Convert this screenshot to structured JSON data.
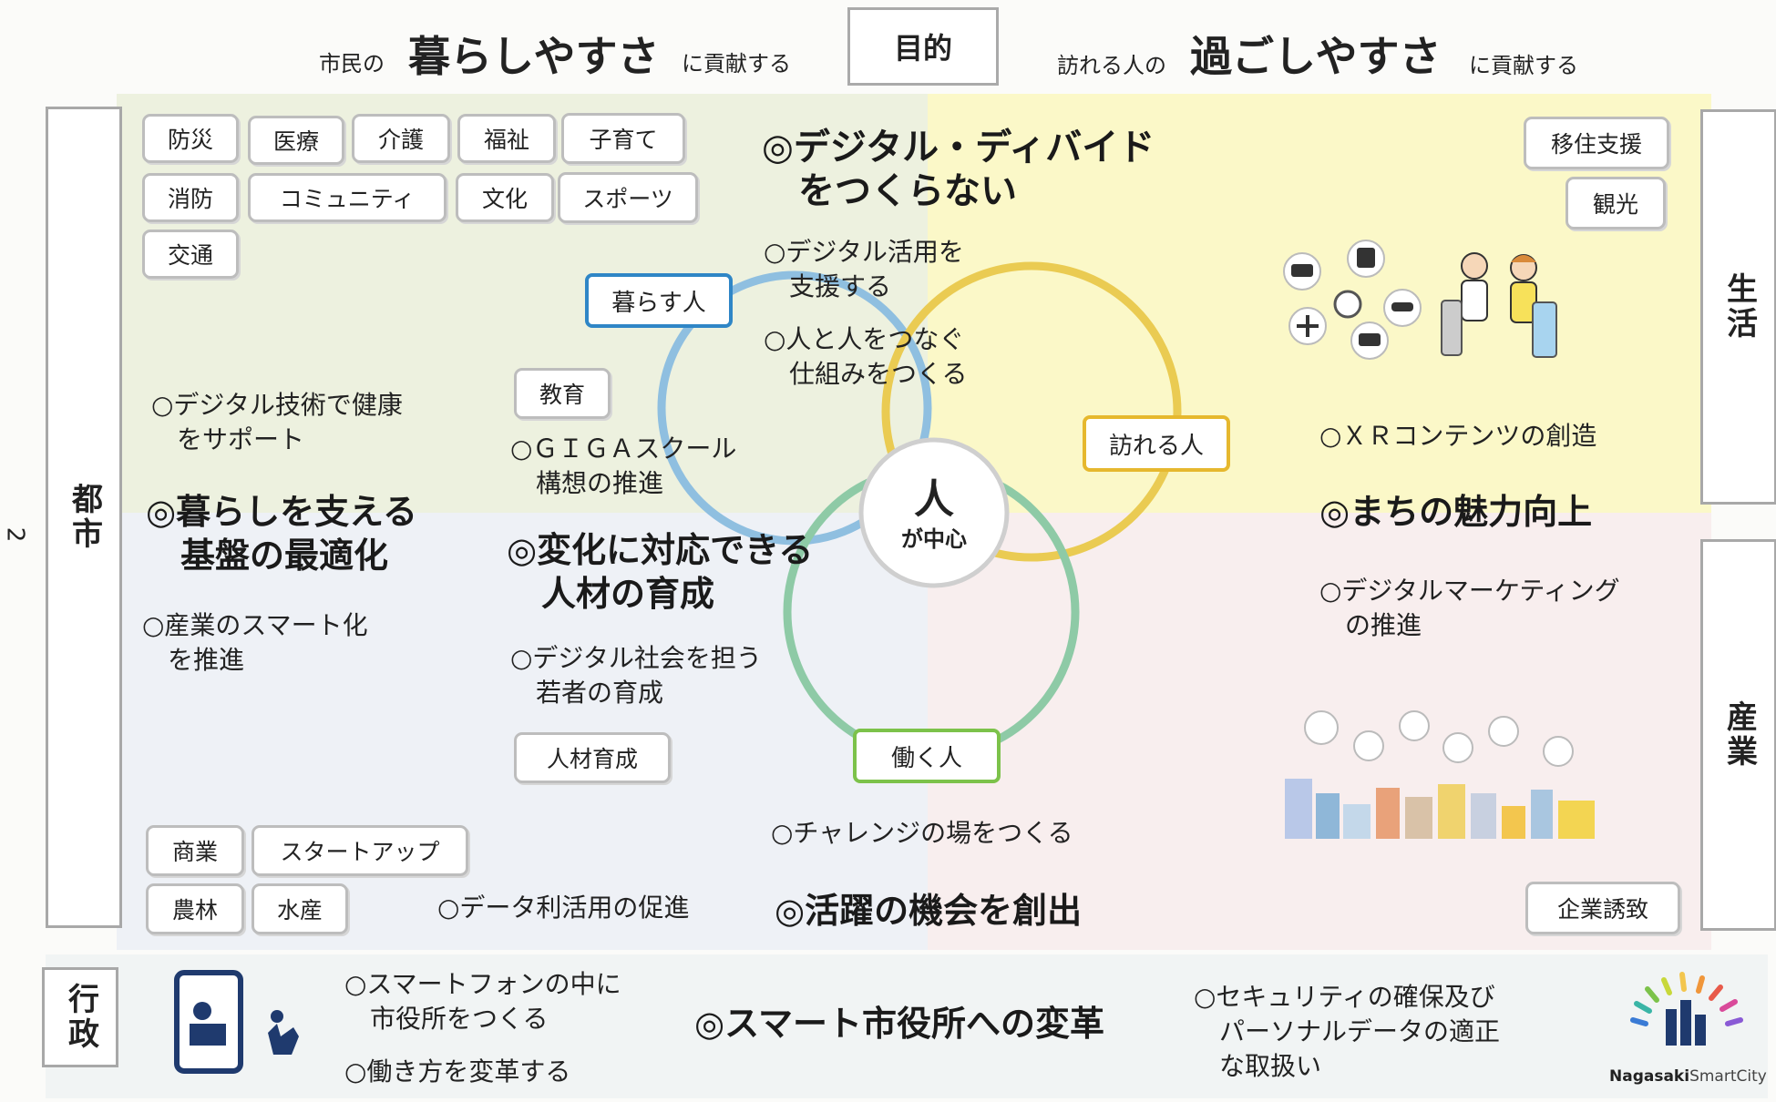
{
  "header": {
    "left_prefix": "市民の",
    "left_main": "暮らしやすさ",
    "left_suffix": "に貢献する",
    "center": "目的",
    "right_prefix": "訪れる人の",
    "right_main": "過ごしやすさ",
    "right_suffix": "に貢献する"
  },
  "sides": {
    "left": "都市",
    "right_top": "生活",
    "right_bottom": "産業",
    "bottom": "行政"
  },
  "page_number": "2",
  "tags": {
    "bosai": "防災",
    "iryo": "医療",
    "kaigo": "介護",
    "fukushi": "福祉",
    "kosodate": "子育て",
    "shobo": "消防",
    "community": "コミュニティ",
    "bunka": "文化",
    "sports": "スポーツ",
    "kotsu": "交通",
    "kyoiku": "教育",
    "jinzai": "人材育成",
    "shogyo": "商業",
    "startup": "スタートアップ",
    "norin": "農林",
    "suisan": "水産",
    "iju": "移住支援",
    "kanko": "観光",
    "kigyo": "企業誘致"
  },
  "roles": {
    "kurasu": "暮らす人",
    "otozureru": "訪れる人",
    "hataraku": "働く人",
    "center_main": "人",
    "center_sub": "が中心"
  },
  "goals": {
    "digital_divide": "◎デジタル・ディバイド\n　をつくらない",
    "kiban": "◎暮らしを支える\n　基盤の最適化",
    "jinzai": "◎変化に対応できる\n　人材の育成",
    "miryoku": "◎まちの魅力向上",
    "katsuyaku": "◎活躍の機会を創出",
    "smart": "◎スマート市役所への変革"
  },
  "items": {
    "katsuyo": "○デジタル活用を\n　支援する",
    "hito": "○人と人をつなぐ\n　仕組みをつくる",
    "kenko": "○デジタル技術で健康\n　をサポート",
    "giga": "○ＧＩＧＡスクール\n　構想の推進",
    "xr": "○ＸＲコンテンツの創造",
    "sangyo": "○産業のスマート化\n　を推進",
    "wakamono": "○デジタル社会を担う\n　若者の育成",
    "marketing": "○デジタルマーケティング\n　の推進",
    "challenge": "○チャレンジの場をつくる",
    "data": "○データ利活用の促進",
    "smartphone": "○スマートフォンの中に\n　市役所をつくる",
    "hatarakikata": "○働き方を変革する",
    "security": "○セキュリティの確保及び\n　パーソナルデータの適正\n　な取扱い"
  },
  "logo": {
    "bold": "Nagasaki",
    "light": "SmartCity"
  },
  "colors": {
    "kurasu": "#2f86c6",
    "otozureru": "#e6b82e",
    "hataraku": "#7cc24a",
    "circle_blue": "#8fbfe0",
    "circle_yellow": "#eacb52",
    "circle_green": "#8ecaa6"
  }
}
